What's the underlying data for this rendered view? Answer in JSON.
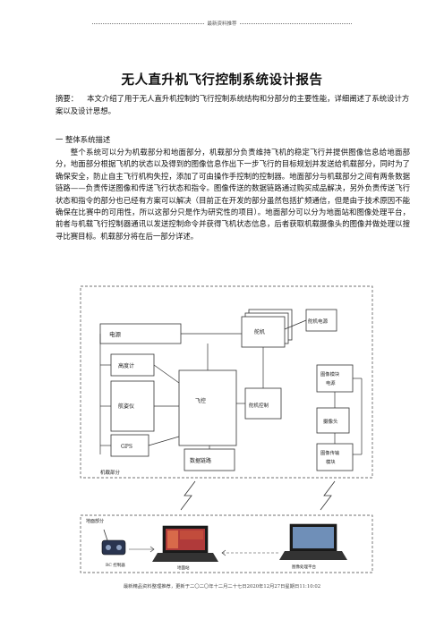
{
  "header": {
    "text": "最新资料推荐"
  },
  "title": "无人直升机飞行控制系统设计报告",
  "abstract": {
    "label": "摘要：",
    "text": "本文介绍了用于无人直升机控制的飞行控制系统结构和分部分的主要性能，详细阐述了系统设计方案以及设计思想。"
  },
  "section1": {
    "heading": "一  整体系统描述",
    "body": "整个系统可以分为机载部分和地面部分，机载部分负责维持飞机的稳定飞行并提供图像信息给地面部分，地面部分根据飞机的状态以及得到的图像信息作出下一步飞行的目标规划并发送给机载部分，同时为了确保安全，防止自主飞行机构失控，添加了可由操作手控制的控制器。地面部分与机载部分之间有两条数据链路——负责传送图像和传送飞行状态和指令。图像传送的数据链路通过购买成品解决，另外负责传送飞行状态和指令的部分也已经有方案可以解决（目前正在开发的部分虽然包括扩频通信，但是由于技术原因不能确保在比赛中的可用性，所以这部分只是作为研究性的项目）。地面部分可以分为地面站和图像处理平台，前者与机载飞行控制器通讯以发送控制命令并获得飞机状态信息，后者获取机载摄像头的图像并做处理以搜寻比赛目标。机载部分将在后一部分详述。"
  },
  "diagram": {
    "power": "电源",
    "altimeter": "高度计",
    "navigator": "航姿仪",
    "gps": "GPS",
    "flight_control": "飞控",
    "data_link": "数据链路",
    "servo": "舵机",
    "servo_power": "舵机电源",
    "servo_control": "舵机控制",
    "image_module_power": "图像模块电源",
    "camera": "摄像头",
    "image_tx": "图像传输模块",
    "airborne_label": "机载部分",
    "ground_label": "地面部分",
    "rc_label": "RC 控制器",
    "ground_station_label": "地面站",
    "image_platform_label": "图像处理平台"
  },
  "footer": {
    "text": "最新精品资料整理推荐，更新于二〇二〇年十二月二十七日2020年12月27日星期日11:10:02"
  }
}
